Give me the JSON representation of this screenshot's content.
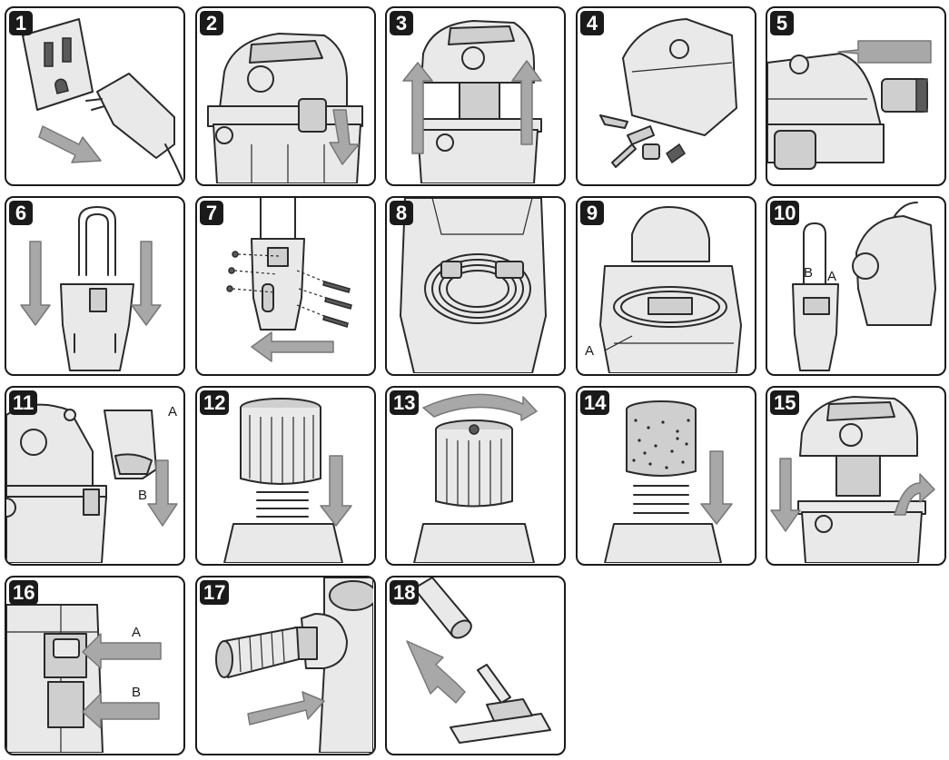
{
  "steps": [
    {
      "number": "1"
    },
    {
      "number": "2"
    },
    {
      "number": "3"
    },
    {
      "number": "4"
    },
    {
      "number": "5"
    },
    {
      "number": "6"
    },
    {
      "number": "7"
    },
    {
      "number": "8"
    },
    {
      "number": "9"
    },
    {
      "number": "10"
    },
    {
      "number": "11"
    },
    {
      "number": "12"
    },
    {
      "number": "13"
    },
    {
      "number": "14"
    },
    {
      "number": "15"
    },
    {
      "number": "16"
    },
    {
      "number": "17"
    },
    {
      "number": "18"
    }
  ],
  "callouts": {
    "step9_a": "A",
    "step10_a": "A",
    "step10_b": "B",
    "step11_a": "A",
    "step11_b": "B",
    "step16_a": "A",
    "step16_b": "B"
  },
  "colors": {
    "frame": "#1a1a1a",
    "arrow": "#a8a8a8",
    "line_art": "#2a2a2a"
  },
  "icons": {
    "step1": "power-plug-unplug-icon",
    "step2": "vacuum-latch-open-icon",
    "step3": "powerhead-lift-icon",
    "step4": "accessories-contents-icon",
    "step5": "filter-cap-remove-icon",
    "step6": "handle-insert-icon",
    "step7": "handle-screws-icon",
    "step8": "cord-wrap-icon",
    "step9": "cord-storage-icon",
    "step10": "wall-mount-bracket-icon",
    "step11": "accessory-caddy-attach-icon",
    "step12": "cartridge-filter-install-icon",
    "step13": "filter-cap-twist-icon",
    "step14": "foam-filter-install-icon",
    "step15": "powerhead-replace-icon",
    "step16": "hose-port-insert-icon",
    "step17": "hose-connect-icon",
    "step18": "floor-nozzle-attach-icon"
  }
}
